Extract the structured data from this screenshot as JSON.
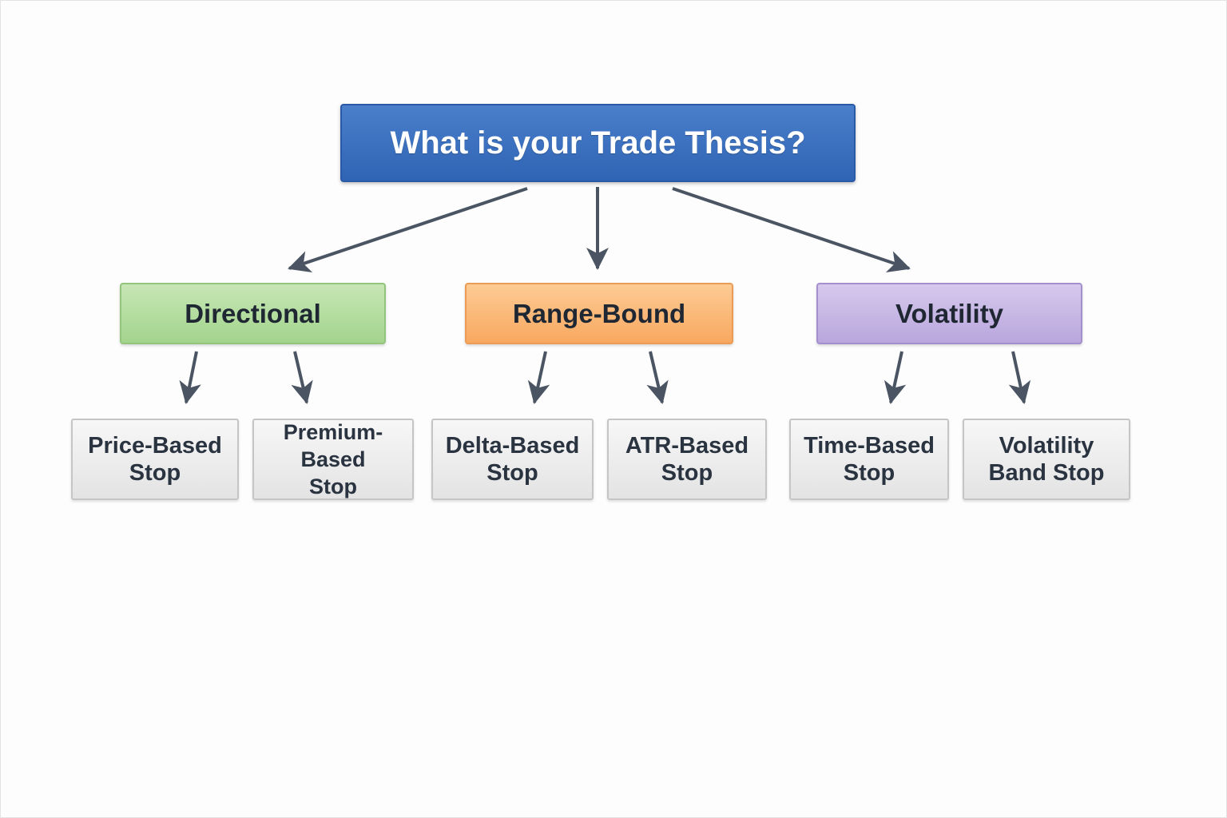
{
  "diagram": {
    "root": {
      "label": "What is your Trade Thesis?"
    },
    "categories": [
      {
        "label": "Directional",
        "color": "#a9d691",
        "stops": [
          {
            "line1": "Price-Based",
            "line2": "Stop"
          },
          {
            "line1": "Premium-Based",
            "line2": "Stop"
          }
        ]
      },
      {
        "label": "Range-Bound",
        "color": "#f9b06c",
        "stops": [
          {
            "line1": "Delta-Based",
            "line2": "Stop"
          },
          {
            "line1": "ATR-Based",
            "line2": "Stop"
          }
        ]
      },
      {
        "label": "Volatility",
        "color": "#c2b2e2",
        "stops": [
          {
            "line1": "Time-Based",
            "line2": "Stop"
          },
          {
            "line1": "Volatility",
            "line2": "Band Stop"
          }
        ]
      }
    ],
    "colors": {
      "root": "#3b6fbf",
      "arrow": "#4a5462",
      "leaf": "#ececec"
    }
  }
}
